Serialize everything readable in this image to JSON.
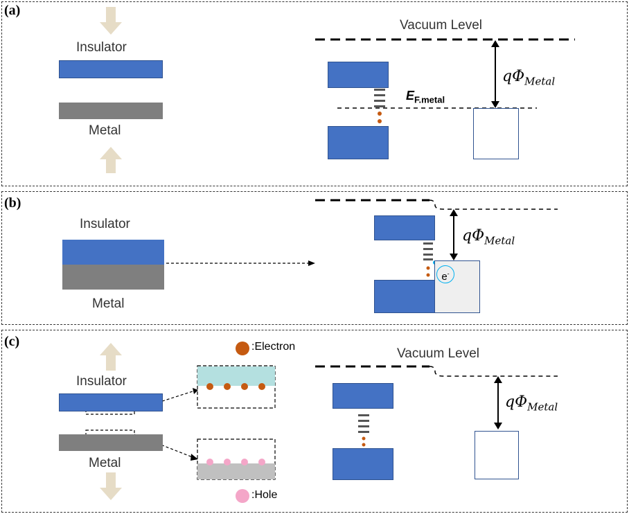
{
  "panels": [
    {
      "label": "(a)",
      "insulator_label": "Insulator",
      "metal_label": "Metal",
      "vacuum_label": "Vacuum Level",
      "fermi_label": "E",
      "fermi_sub": "F.metal",
      "work_function_label": "qΦ",
      "work_function_sub": "Metal"
    },
    {
      "label": "(b)",
      "insulator_label": "Insulator",
      "metal_label": "Metal",
      "work_function_label": "qΦ",
      "work_function_sub": "Metal",
      "electron_label": "e"
    },
    {
      "label": "(c)",
      "insulator_label": "Insulator",
      "metal_label": "Metal",
      "vacuum_label": "Vacuum Level",
      "work_function_label": "qΦ",
      "work_function_sub": "Metal",
      "legend_electron": ":Electron",
      "legend_hole": ":Hole"
    }
  ],
  "colors": {
    "insulator_blue": "#4472c4",
    "metal_gray": "#7f7f7f",
    "electron": "#c55a11",
    "hole": "#f4a6c8",
    "arrow_beige": "#e6dcc6",
    "insulator_surface": "#b4e0e0",
    "metal_surface": "#c0c0c0"
  }
}
